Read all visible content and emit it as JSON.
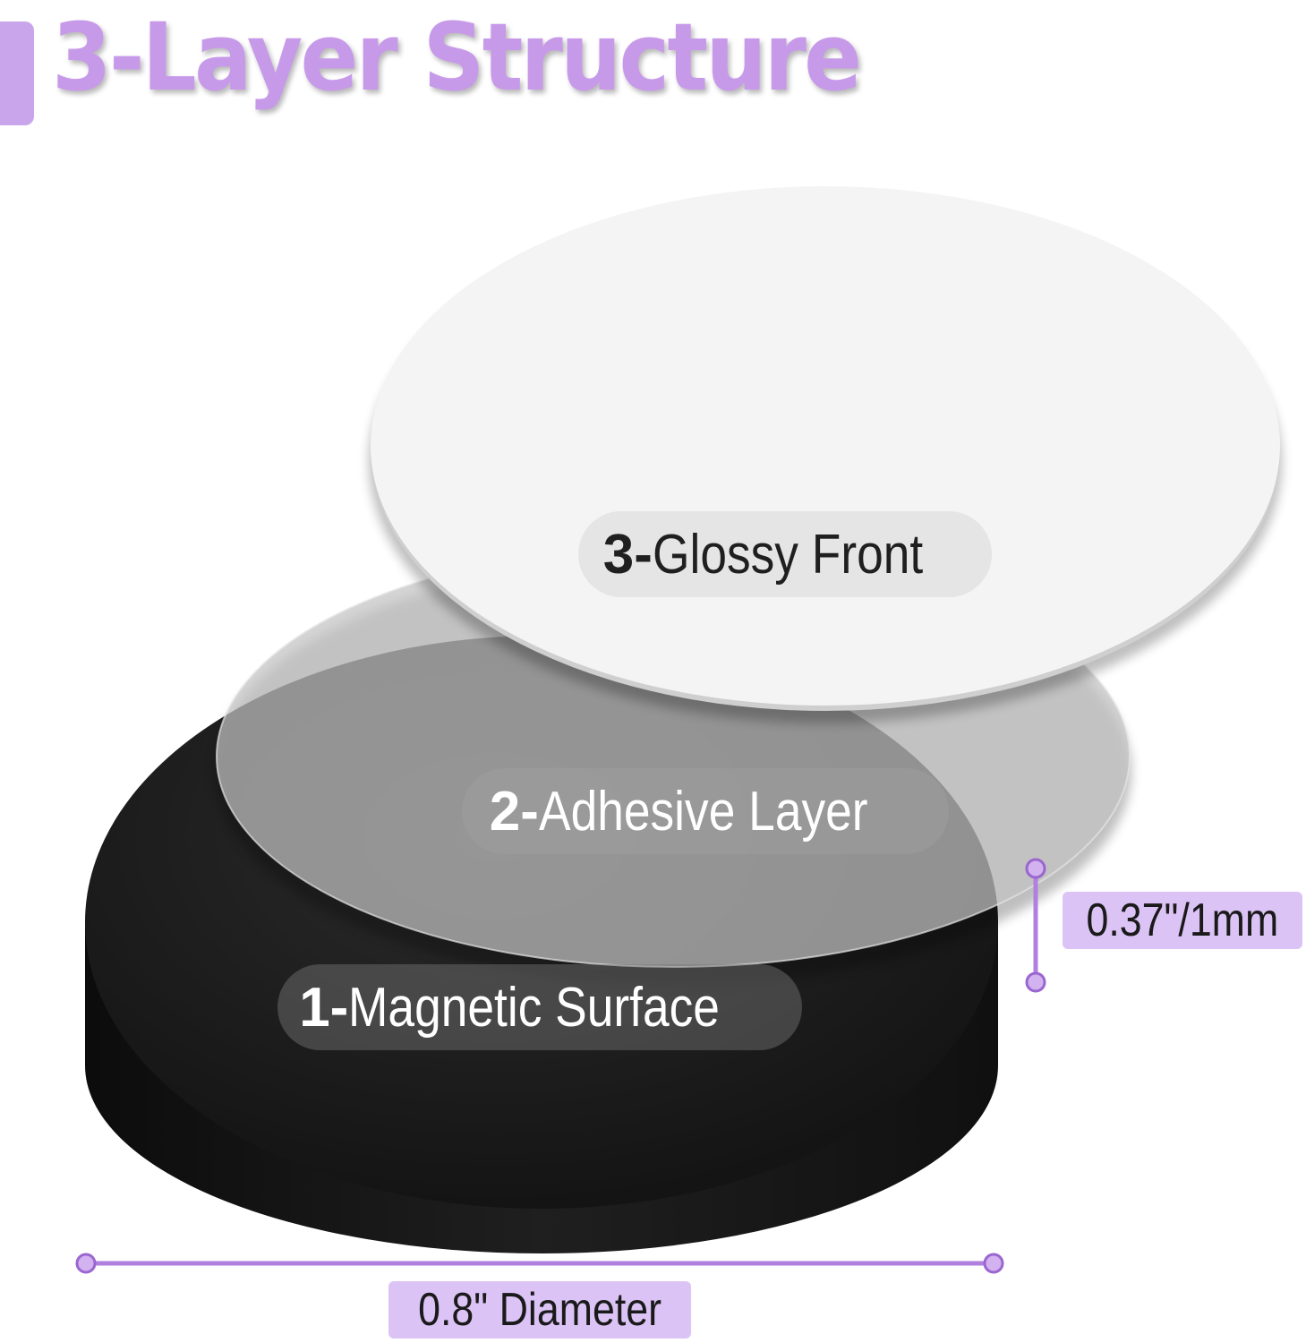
{
  "title": "3-Layer Structure",
  "layers": [
    {
      "num": "1-",
      "label": "Magnetic Surface"
    },
    {
      "num": "2-",
      "label": "Adhesive Layer"
    },
    {
      "num": "3-",
      "label": "Glossy Front"
    }
  ],
  "dimensions": {
    "thickness": "0.37\"/1mm",
    "diameter": "0.8\" Diameter"
  },
  "colors": {
    "accent": "#c79ae9",
    "tag_bg": "#dcc3f5",
    "magnet": "#141414",
    "dimension_line": "#b17fe0"
  }
}
